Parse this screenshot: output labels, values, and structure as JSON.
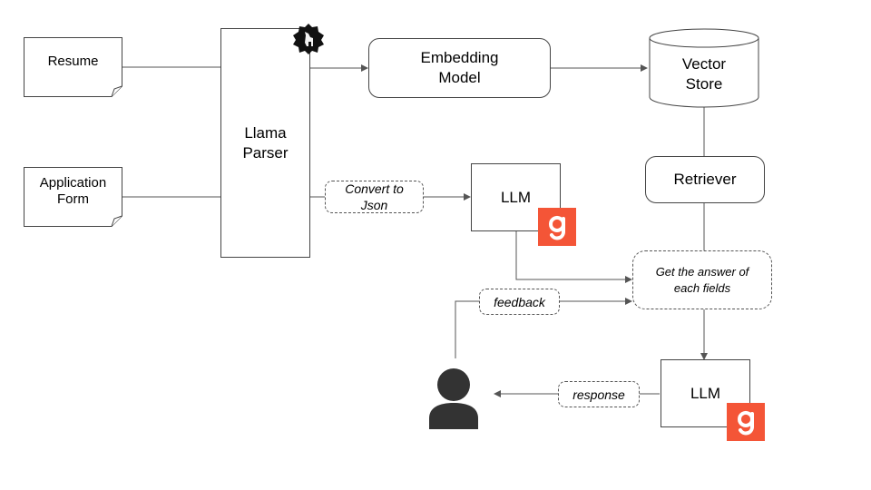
{
  "nodes": {
    "resume": "Resume",
    "application_form": "Application\nForm",
    "llama_parser": "Llama\nParser",
    "embedding_model": "Embedding\nModel",
    "vector_store": "Vector\nStore",
    "retriever": "Retriever",
    "llm_top": "LLM",
    "llm_bottom": "LLM",
    "answer_fields": "Get the answer of\neach fields"
  },
  "edge_labels": {
    "convert_to_json": "Convert to\nJson",
    "feedback": "feedback",
    "response": "response"
  },
  "icons": {
    "llama_logo": "llama-logo-icon",
    "gemma_badge": "gemma-logo-icon",
    "user": "user-icon"
  },
  "colors": {
    "badge": "#f45537",
    "user": "#333333"
  }
}
